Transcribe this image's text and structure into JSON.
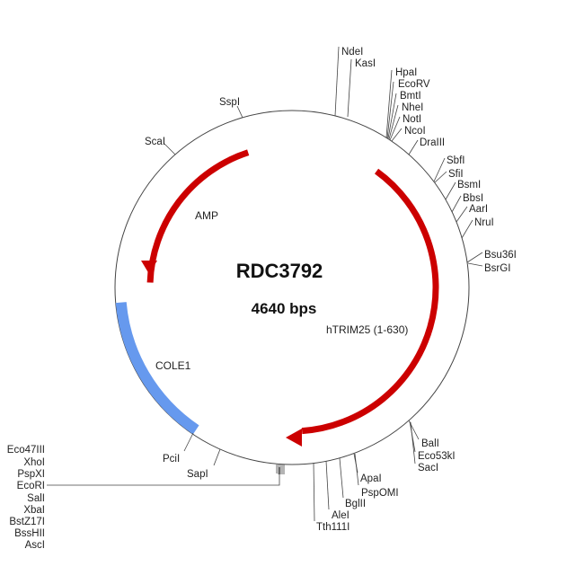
{
  "plasmid": {
    "name": "RDC3792",
    "size_label": "4640 bps"
  },
  "features": {
    "amp": {
      "label": "AMP",
      "color": "#cc0000"
    },
    "htrim25": {
      "label": "hTRIM25 (1-630)",
      "color": "#cc0000"
    },
    "cole1": {
      "label": "COLE1",
      "color": "#6699ee"
    }
  },
  "sites": {
    "ndei": "NdeI",
    "kasi": "KasI",
    "hpai": "HpaI",
    "ecorv": "EcoRV",
    "bmti": "BmtI",
    "nhei": "NheI",
    "noti": "NotI",
    "ncoi": "NcoI",
    "draiii": "DraIII",
    "sbfi": "SbfI",
    "sfii": "SfiI",
    "bsmi": "BsmI",
    "bbsi": "BbsI",
    "aari": "AarI",
    "nrui": "NruI",
    "bsu36i": "Bsu36I",
    "bsrgi": "BsrGI",
    "bali": "BalI",
    "eco53ki": "Eco53kI",
    "saci": "SacI",
    "apai": "ApaI",
    "pspomi": "PspOMI",
    "bglii": "BglII",
    "alei": "AleI",
    "tth111i": "Tth111I",
    "sapi": "SapI",
    "pcii": "PciI",
    "sspi": "SspI",
    "scai": "ScaI",
    "mcs": [
      "Eco47III",
      "XhoI",
      "PspXI",
      "EcoRI",
      "SalI",
      "XbaI",
      "BstZ17I",
      "BssHII",
      "AscI"
    ]
  }
}
